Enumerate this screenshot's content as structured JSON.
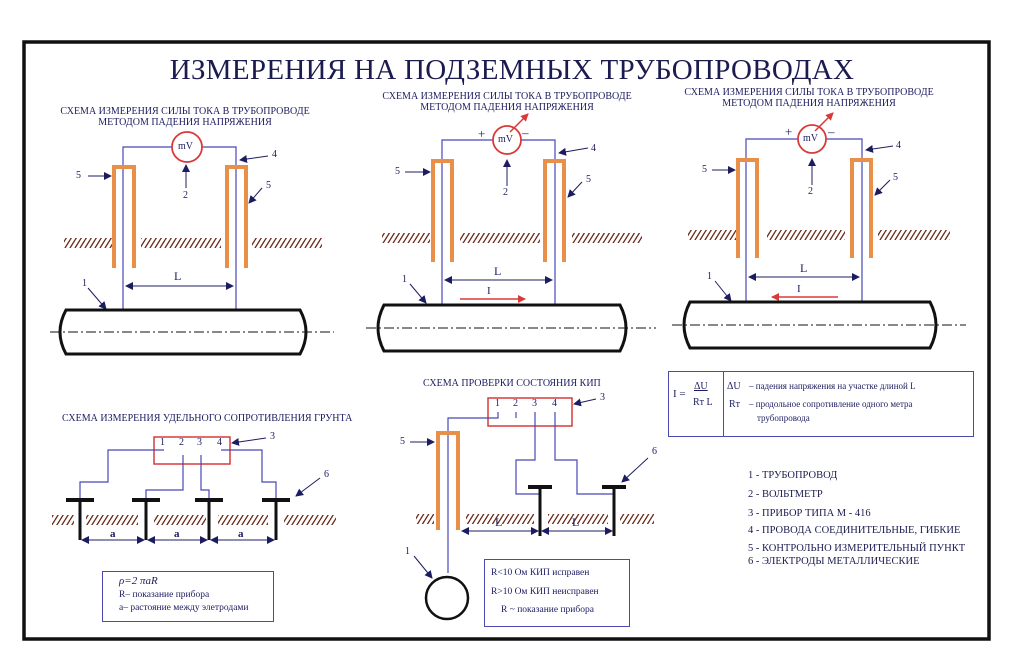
{
  "title": "ИЗМЕРЕНИЯ НА ПОДЗЕМНЫХ ТРУБОПРОВОДАХ",
  "colors": {
    "frame": "#111111",
    "wire": "#4848b8",
    "post": "#e8904a",
    "red": "#d83a3a",
    "hatch": "#6a2a1a",
    "text": "#1c1c60"
  },
  "diagrams": {
    "d1": {
      "caption": [
        "СХЕМА ИЗМЕРЕНИЯ СИЛЫ ТОКА В ТРУБОПРОВОДЕ",
        "МЕТОДОМ ПАДЕНИЯ НАПРЯЖЕНИЯ"
      ],
      "meter": "mV",
      "length": "L",
      "n1": "1",
      "n2": "2",
      "n4": "4",
      "n5a": "5",
      "n5b": "5"
    },
    "d2": {
      "caption": [
        "СХЕМА ИЗМЕРЕНИЯ СИЛЫ ТОКА В ТРУБОПРОВОДЕ",
        "МЕТОДОМ ПАДЕНИЯ НАПРЯЖЕНИЯ"
      ],
      "meter": "mV",
      "plus": "+",
      "minus": "–",
      "length": "L",
      "current": "I",
      "n1": "1",
      "n2": "2",
      "n4": "4",
      "n5a": "5",
      "n5b": "5"
    },
    "d3": {
      "caption": [
        "СХЕМА ИЗМЕРЕНИЯ СИЛЫ ТОКА В ТРУБОПРОВОДЕ",
        "МЕТОДОМ ПАДЕНИЯ НАПРЯЖЕНИЯ"
      ],
      "meter": "mV",
      "plus": "+",
      "minus": "–",
      "length": "L",
      "current": "I",
      "n1": "1",
      "n2": "2",
      "n4": "4",
      "n5a": "5",
      "n5b": "5"
    },
    "d4": {
      "caption": "СХЕМА ИЗМЕРЕНИЯ УДЕЛЬНОГО СОПРОТИВЛЕНИЯ ГРУНТА",
      "terminals": [
        "1",
        "2",
        "3",
        "4"
      ],
      "spacing": "a",
      "n3": "3",
      "n6": "6"
    },
    "d5": {
      "caption": "СХЕМА ПРОВЕРКИ СОСТОЯНИЯ КИП",
      "terminals": [
        "1",
        "2",
        "3",
        "4"
      ],
      "length": "L",
      "n1": "1",
      "n3": "3",
      "n5": "5",
      "n6": "6"
    }
  },
  "formula_rho": {
    "formula": "ρ=2 πaR",
    "lines": [
      "R– показание прибора",
      "a– растояние между элетродами"
    ]
  },
  "formula_kip": {
    "lines": [
      "R<10   Ом   КИП исправен",
      "R>10   Ом   КИП неисправен",
      "R   ~ показание прибора"
    ]
  },
  "formula_current": {
    "lhs": "I =",
    "num": "ΔU",
    "den": "Rт L",
    "defs": [
      {
        "sym": "ΔU",
        "text": "– падения напряжения на участке длиной L"
      },
      {
        "sym": "Rт",
        "text": "– продольное сопротивление одного метра"
      },
      {
        "sym": "",
        "text": "трубопровода"
      }
    ]
  },
  "legend": [
    "1 - ТРУБОПРОВОД",
    "2 - ВОЛЬТМЕТР",
    "3 - ПРИБОР ТИПА М - 416",
    "4 - ПРОВОДА СОЕДИНИТЕЛЬНЫЕ, ГИБКИЕ",
    "5 - КОНТРОЛЬНО ИЗМЕРИТЕЛЬНЫЙ ПУНКТ",
    "6 - ЭЛЕКТРОДЫ МЕТАЛЛИЧЕСКИЕ"
  ]
}
